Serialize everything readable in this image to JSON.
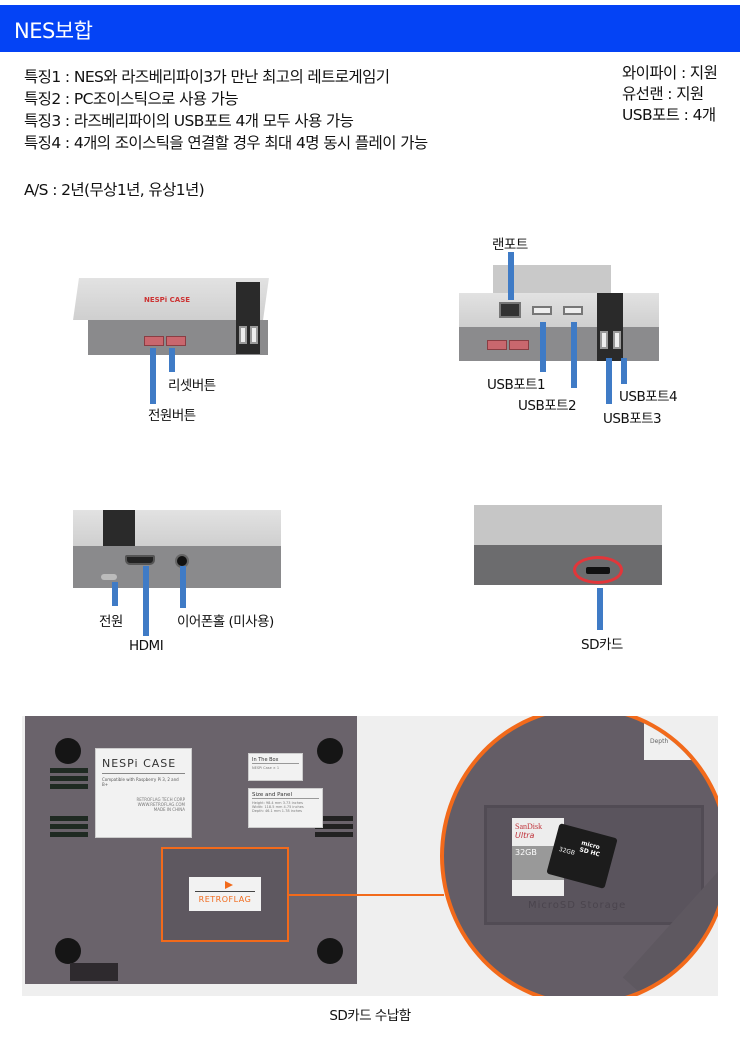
{
  "header": {
    "title": "NES보합",
    "color": "#0443f5"
  },
  "features": [
    "특징1 : NES와 라즈베리파이3가 만난 최고의 레트로게임기",
    "특징2 : PC조이스틱으로 사용 가능",
    "특징3 : 라즈베리파이의 USB포트 4개 모두 사용 가능",
    "특징4 : 4개의 조이스틱을 연결할 경우 최대 4명 동시 플레이 가능"
  ],
  "specs": [
    "와이파이 : 지원",
    "유선랜 : 지원",
    "USB포트 : 4개"
  ],
  "warranty": "A/S : 2년(무상1년, 유상1년)",
  "callout_color": "#3f7bc6",
  "photo_front": {
    "case_text": "NESPi CASE",
    "labels": {
      "reset": "리셋버튼",
      "power": "전원버튼"
    }
  },
  "photo_back": {
    "labels": {
      "lan": "랜포트",
      "usb1": "USB포트1",
      "usb2": "USB포트2",
      "usb3": "USB포트3",
      "usb4": "USB포트4"
    }
  },
  "photo_side": {
    "labels": {
      "power": "전원",
      "hdmi": "HDMI",
      "earphone": "이어폰홀 (미사용)"
    }
  },
  "photo_sd": {
    "labels": {
      "sd": "SD카드"
    },
    "highlight_color": "#e2363a"
  },
  "bottom_photo": {
    "main_label": {
      "title": "NESPi CASE",
      "subtitle": "Compatible with Raspberry Pi 3, 2 and B+",
      "lines": [
        "RETROFLAG TECH CORP",
        "WWW.RETROFLAG.COM",
        "MADE IN CHINA"
      ]
    },
    "box_label": {
      "title": "In The Box",
      "line": "NESPi Case × 1"
    },
    "size_label": {
      "title": "Size and Panel",
      "lines": [
        "Height: 98.4 mm 3.73 inches",
        "Width: 118.5 mm 4.75 inches",
        "Depth: 46.1 mm 1.78 inches"
      ]
    },
    "brand": "RETROFLAG",
    "sd_card": {
      "brand": "SanDisk",
      "line": "Ultra",
      "capacity": "32GB"
    },
    "micro_card": {
      "capacity": "32GB",
      "text": "micro SD HC"
    },
    "slot_text": "MicroSD Storage",
    "depth_fragment": "Depth",
    "highlight_color": "#f26a1b",
    "caption": "SD카드 수납함"
  }
}
